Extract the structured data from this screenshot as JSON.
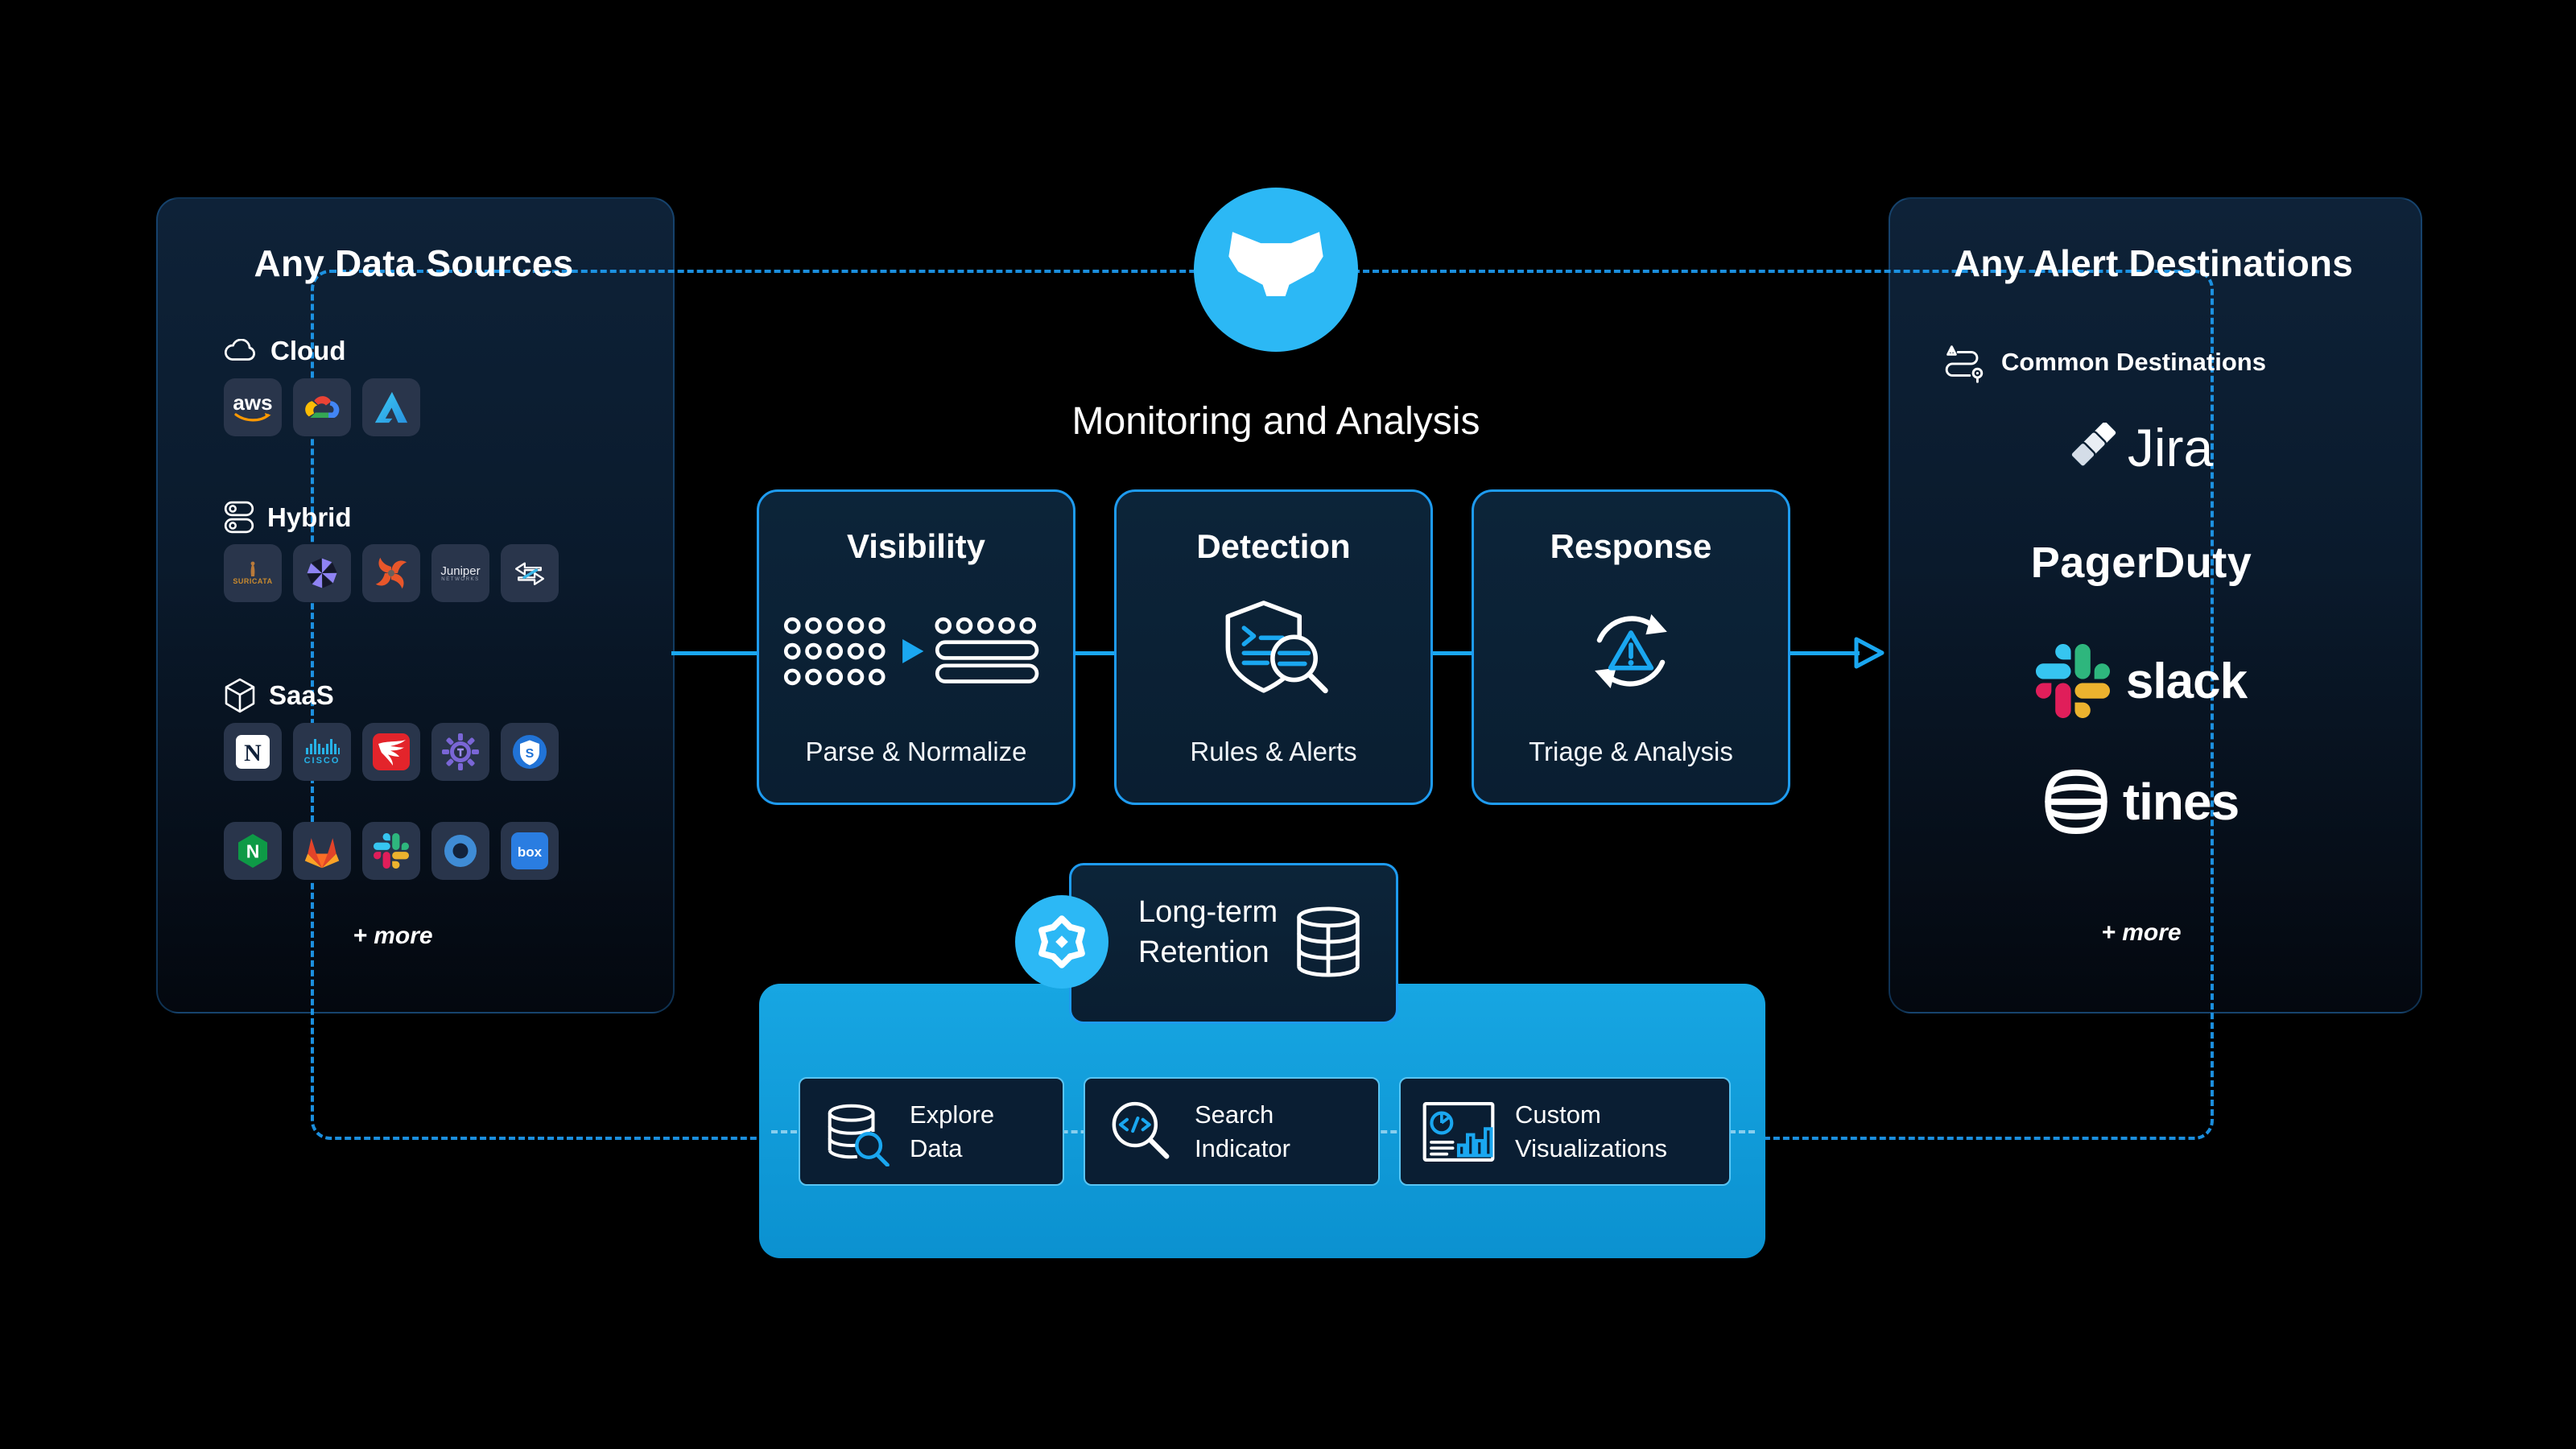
{
  "colors": {
    "accent_blue": "#1AA7F0",
    "brand_circle_blue": "#2CB8F5",
    "blue_panel": "#0F9BDB",
    "panel_navy": "#0C2439",
    "background": "#000000"
  },
  "left_panel": {
    "title": "Any Data Sources",
    "more_label": "+ more",
    "sections": [
      {
        "label": "Cloud",
        "icon": "cloud-icon",
        "logos": [
          {
            "name": "AWS",
            "text": "aws"
          },
          {
            "name": "Google Cloud"
          },
          {
            "name": "Microsoft Azure"
          }
        ]
      },
      {
        "label": "Hybrid",
        "icon": "toggles-icon",
        "logos": [
          {
            "name": "Suricata",
            "text": "SURICATA"
          },
          {
            "name": "Pinwheel"
          },
          {
            "name": "Spiral"
          },
          {
            "name": "Juniper Networks",
            "text": "Juniper",
            "subtext": "NETWORKS"
          },
          {
            "name": "Zeek"
          }
        ]
      },
      {
        "label": "SaaS",
        "icon": "cube-icon",
        "logos": [
          {
            "name": "Notion",
            "text": "N"
          },
          {
            "name": "Cisco",
            "text": "CISCO"
          },
          {
            "name": "CrowdStrike"
          },
          {
            "name": "Gear"
          },
          {
            "name": "Shield"
          },
          {
            "name": "NGINX",
            "text": "N"
          },
          {
            "name": "GitLab"
          },
          {
            "name": "Slack"
          },
          {
            "name": "Okta"
          },
          {
            "name": "Box",
            "text": "box"
          }
        ]
      }
    ]
  },
  "center": {
    "title": "Monitoring and Analysis",
    "stages": [
      {
        "title": "Visibility",
        "caption": "Parse & Normalize"
      },
      {
        "title": "Detection",
        "caption": "Rules & Alerts"
      },
      {
        "title": "Response",
        "caption": "Triage & Analysis"
      }
    ],
    "retention": {
      "line1": "Long-term",
      "line2": "Retention"
    },
    "tools": [
      {
        "line1": "Explore",
        "line2": "Data"
      },
      {
        "line1": "Search",
        "line2": "Indicator"
      },
      {
        "line1": "Custom",
        "line2": "Visualizations"
      }
    ]
  },
  "right_panel": {
    "title": "Any Alert Destinations",
    "subsection_label": "Common Destinations",
    "destinations": [
      {
        "name": "Jira",
        "text": "Jira"
      },
      {
        "name": "PagerDuty",
        "text": "PagerDuty"
      },
      {
        "name": "Slack",
        "text": "slack"
      },
      {
        "name": "Tines",
        "text": "tines"
      }
    ],
    "more_label": "+ more"
  }
}
